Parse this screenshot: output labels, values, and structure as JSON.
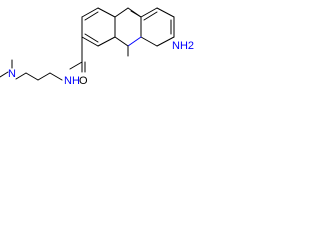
{
  "molecule": {
    "labels": {
      "amino": "NH2",
      "amine_nitrogen": "N",
      "amide_nitrogen": "N",
      "amide_hydrogen": "H",
      "carbonyl_oxygen": "O"
    },
    "colors": {
      "nitrogen": "#0000ff",
      "bond": "#000000",
      "text": "#000000"
    }
  }
}
